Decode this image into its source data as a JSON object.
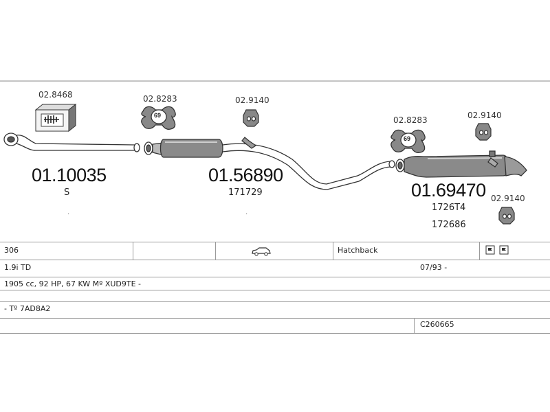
{
  "parts": {
    "p1_code": "02.8468",
    "p2_code": "02.8283",
    "p2_badge": "69",
    "p3_code": "02.9140",
    "p4_code": "02.8283",
    "p4_badge": "69",
    "p5_code": "02.9140",
    "p6_code": "02.9140"
  },
  "sections": {
    "front_number": "01.10035",
    "front_sub": "S",
    "mid_number": "01.56890",
    "mid_sub": "171729",
    "rear_number": "01.69470",
    "rear_sub1": "1726T4",
    "rear_sub2": "172686"
  },
  "dots": {
    "d1": "·",
    "d2": "·"
  },
  "info": {
    "model": "306",
    "body": "Hatchback",
    "engine": "1.9i TD",
    "date": "07/93 -",
    "spec": "1905 cc, 92 HP, 67 KW Mº XUD9TE -",
    "type": "- Tº 7AD8A2",
    "ref": "C260665"
  },
  "icons": {
    "car": "car-hatchback-icon",
    "flag1": "flag-left-icon",
    "flag2": "flag-right-icon"
  }
}
